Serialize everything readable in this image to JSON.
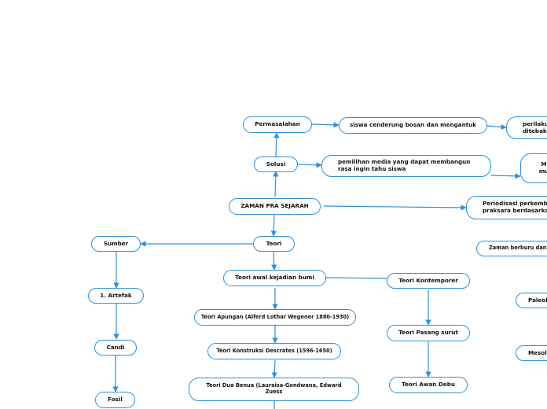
{
  "nodes": {
    "permasalahan": "Permasalahan",
    "siswa_cenderung": "siswa cenderung bosan dan mengantuk",
    "perilaku": "perilaku\nditebak,",
    "solusi": "Solusi",
    "pemilihan_media": "pemilihan media yang dapat membangun\nrasa ingin tahu siswa",
    "m_right": "M\nmu",
    "zaman_pra_sejarah": "ZAMAN PRA SEJARAH",
    "periodisasi": "Periodisasi perkemba\npraksara berdasarkan",
    "teori": "Teori",
    "sumber": "Sumber",
    "zaman_berburu": "Zaman berburu dan m",
    "teori_awal": "Teori awal kejadian bumi",
    "teori_kontemporer": "Teori Kontemporer",
    "artefak": "1. Artefak",
    "paleo": "Paleol",
    "teori_apungan": "Teori Apungan (Alferd Lothar Wegener 1880-1930)",
    "teori_pasang_surut": "Teori Pasang surut",
    "candi": "Candi",
    "teori_konstruksi": "Teori Konstruksi Descrates (1596-1650)",
    "meso": "Mesoli",
    "teori_dua_benua": "Teori Dua Benua (Lauraisa-Gondwana, Edward\nZuess",
    "teori_awan_debu": "Teori Awan Debu",
    "fosil": "Fosil"
  },
  "colors": {
    "node_border": "#2f8fd6",
    "connector": "#2f8fd6"
  }
}
